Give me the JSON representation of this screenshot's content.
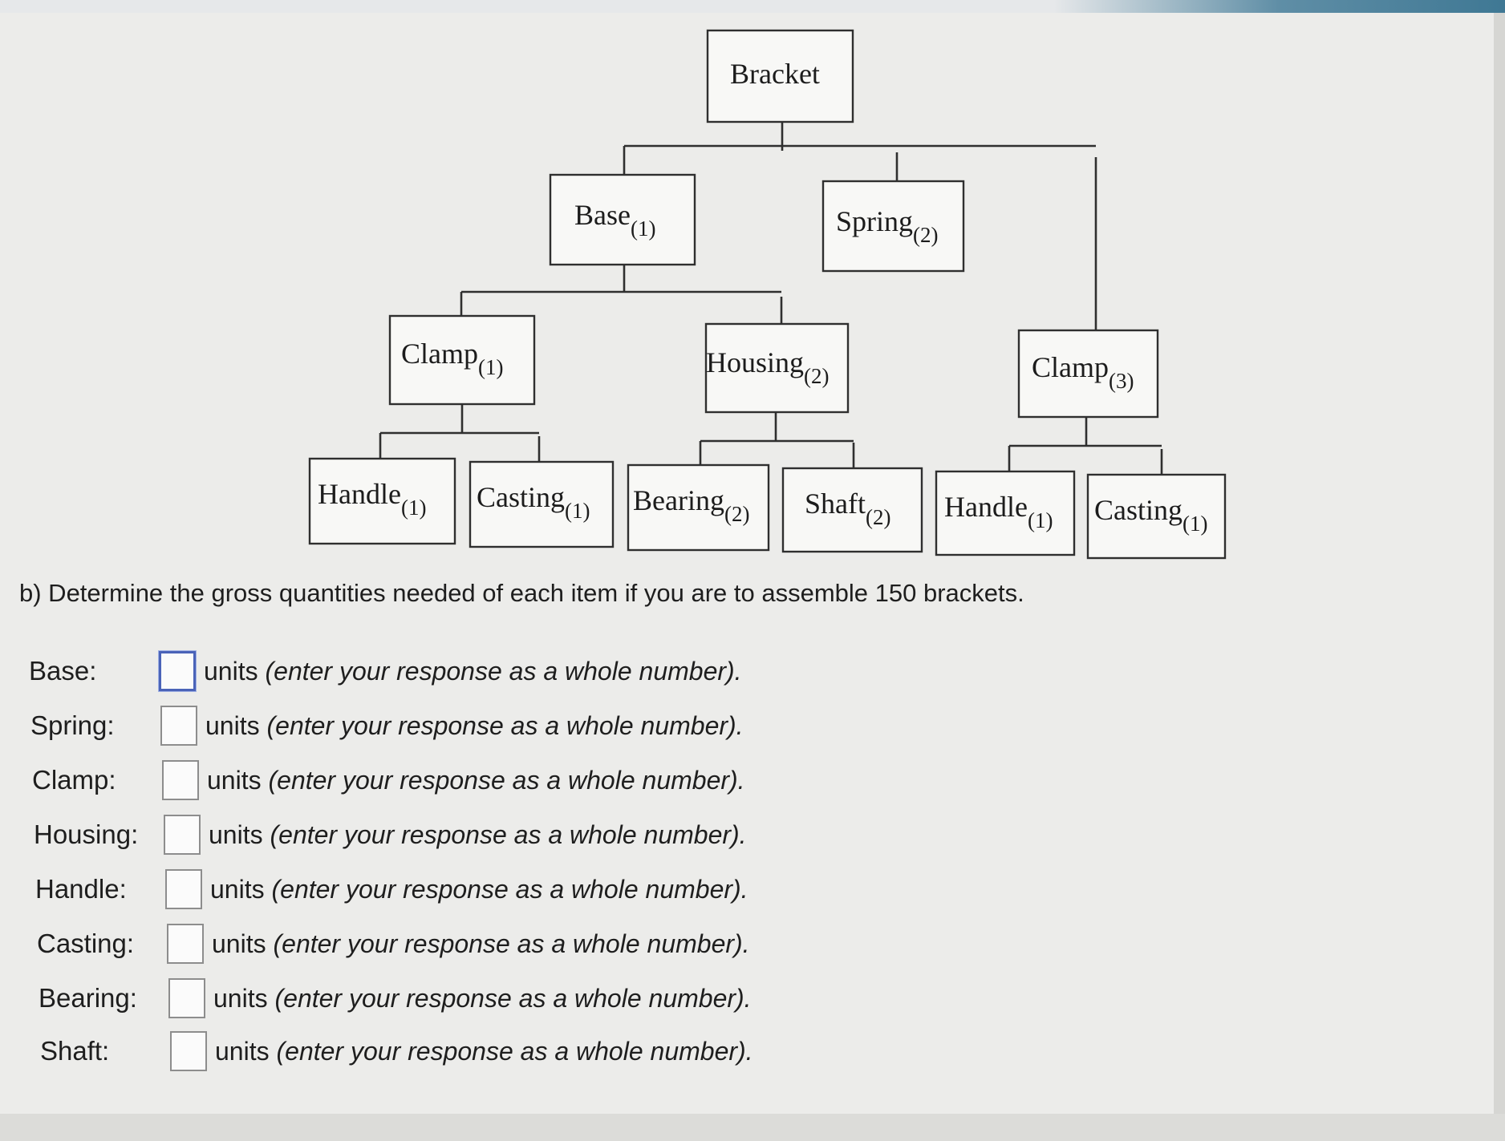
{
  "tree": {
    "root": {
      "label": "Bracket",
      "qty": ""
    },
    "level1": [
      {
        "label": "Base",
        "qty": "(1)"
      },
      {
        "label": "Spring",
        "qty": "(2)"
      },
      {
        "label": "Clamp",
        "qty": "(3)"
      }
    ],
    "base_children": [
      {
        "label": "Clamp",
        "qty": "(1)"
      },
      {
        "label": "Housing",
        "qty": "(2)"
      }
    ],
    "leaves": [
      {
        "label": "Handle",
        "qty": "(1)"
      },
      {
        "label": "Casting",
        "qty": "(1)"
      },
      {
        "label": "Bearing",
        "qty": "(2)"
      },
      {
        "label": "Shaft",
        "qty": "(2)"
      },
      {
        "label": "Handle",
        "qty": "(1)"
      },
      {
        "label": "Casting",
        "qty": "(1)"
      }
    ]
  },
  "question": {
    "text": "b) Determine the gross quantities needed of each item if you are to assemble 150 brackets."
  },
  "answers": {
    "unit_prefix": "units",
    "unit_note": "(enter your response as a whole number).",
    "rows": [
      {
        "label": "Base:",
        "value": ""
      },
      {
        "label": "Spring:",
        "value": ""
      },
      {
        "label": "Clamp:",
        "value": ""
      },
      {
        "label": "Housing:",
        "value": ""
      },
      {
        "label": "Handle:",
        "value": ""
      },
      {
        "label": "Casting:",
        "value": ""
      },
      {
        "label": "Bearing:",
        "value": ""
      },
      {
        "label": "Shaft:",
        "value": ""
      }
    ]
  }
}
